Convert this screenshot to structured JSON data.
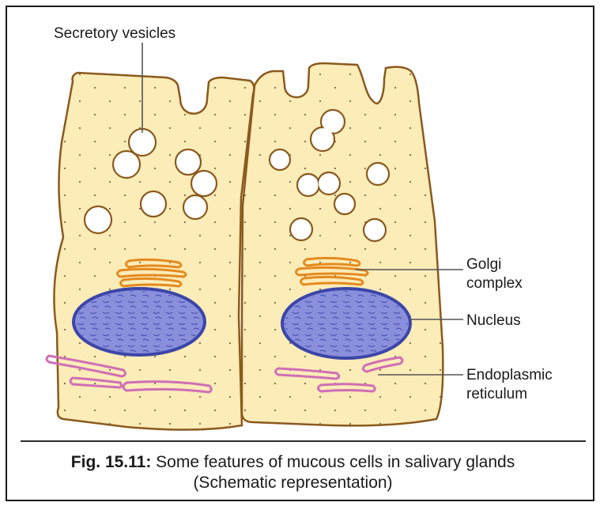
{
  "labels": {
    "secretory_vesicles": "Secretory vesicles",
    "golgi_line1": "Golgi",
    "golgi_line2": "complex",
    "nucleus": "Nucleus",
    "er_line1": "Endoplasmic",
    "er_line2": "reticulum"
  },
  "caption": {
    "figure_number": "Fig. 15.11:",
    "line1_text": " Some features of mucous cells in salivary glands",
    "line2": "(Schematic representation)"
  },
  "colors": {
    "cytoplasm": "#fbecb8",
    "cell_outline": "#8a5a1e",
    "golgi": "#e58a1f",
    "nucleus_fill": "#8a8fdc",
    "nucleus_edge": "#3c46a8",
    "er": "#cf6fb5"
  }
}
